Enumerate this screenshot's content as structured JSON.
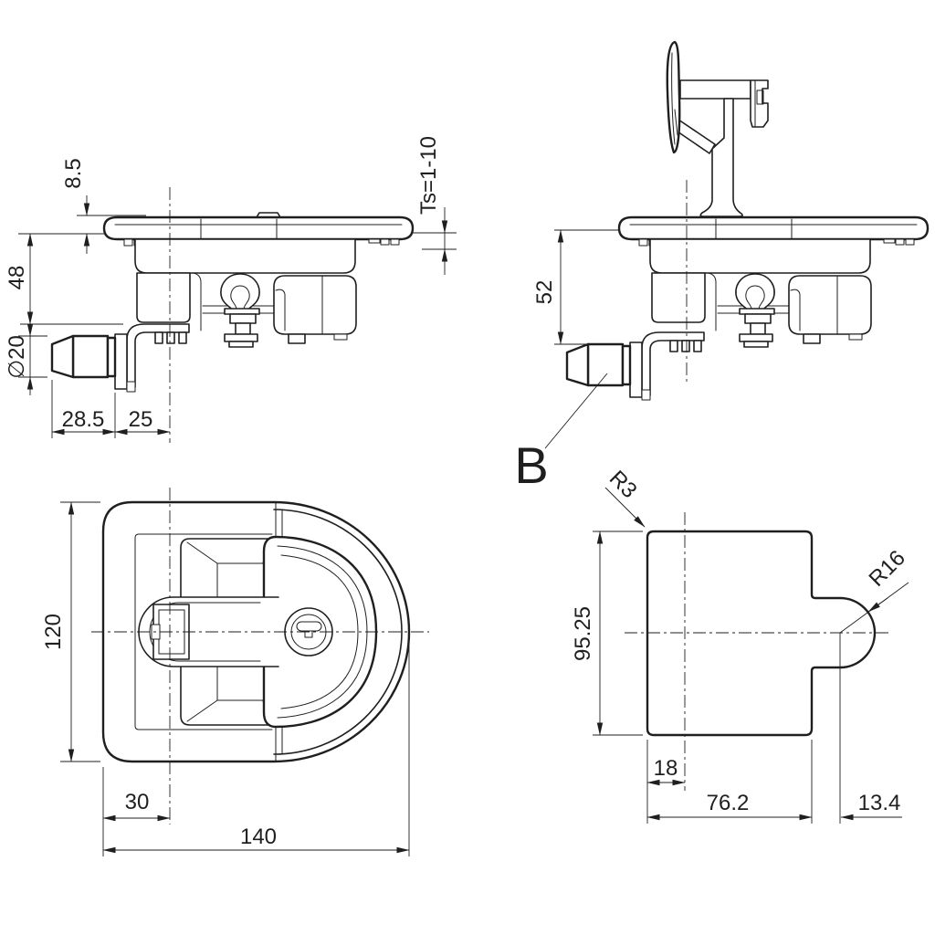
{
  "colors": {
    "background": "#ffffff",
    "line": "#1f1f1f"
  },
  "views": {
    "side_closed": {
      "dims": {
        "flange_height": "8.5",
        "installed_depth": "48",
        "cylinder_diameter": "∅20",
        "cam_length": "28.5",
        "cam_to_centerline": "25",
        "panel_thickness": "Ts=1-10"
      }
    },
    "side_open": {
      "dims": {
        "open_depth": "52"
      },
      "detail_label": "B"
    },
    "top": {
      "dims": {
        "body_height": "120",
        "handle_offset": "30",
        "body_width": "140"
      }
    },
    "cutout": {
      "dims": {
        "corner_radius": "R3",
        "notch_radius": "R16",
        "cutout_height": "95.25",
        "edge_to_centerline": "18",
        "cutout_width": "76.2",
        "notch_center_offset": "13.4"
      }
    }
  }
}
